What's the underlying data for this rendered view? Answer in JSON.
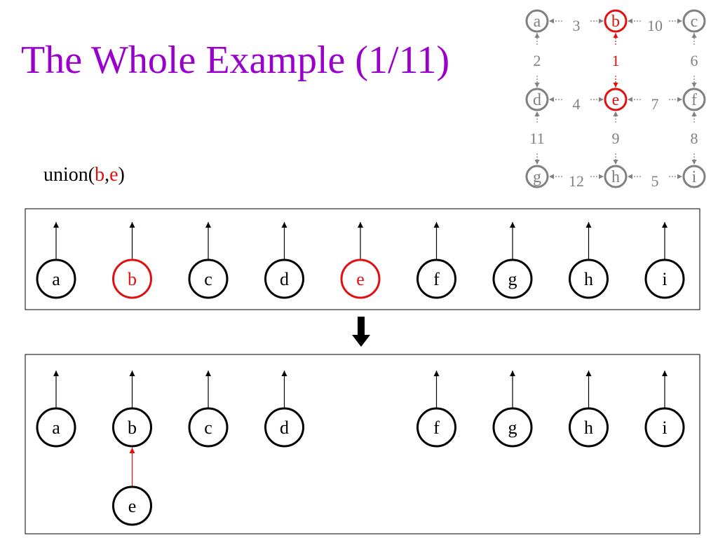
{
  "title": "The Whole Example (1/11)",
  "operation": {
    "func": "union(",
    "arg1": "b",
    "sep": ",",
    "arg2": "e",
    "close": ")"
  },
  "colors": {
    "title": "#9900cc",
    "highlight": "#e01010",
    "inactive": "#808080",
    "ink": "#000000"
  },
  "graph": {
    "nodes": [
      "a",
      "b",
      "c",
      "d",
      "e",
      "f",
      "g",
      "h",
      "i"
    ],
    "highlighted_nodes": [
      "b",
      "e"
    ],
    "edges": [
      {
        "from": "a",
        "to": "b",
        "weight": "3"
      },
      {
        "from": "b",
        "to": "c",
        "weight": "10"
      },
      {
        "from": "a",
        "to": "d",
        "weight": "2"
      },
      {
        "from": "b",
        "to": "e",
        "weight": "1",
        "highlighted": true
      },
      {
        "from": "c",
        "to": "f",
        "weight": "6"
      },
      {
        "from": "d",
        "to": "e",
        "weight": "4"
      },
      {
        "from": "e",
        "to": "f",
        "weight": "7"
      },
      {
        "from": "d",
        "to": "g",
        "weight": "11"
      },
      {
        "from": "e",
        "to": "h",
        "weight": "9"
      },
      {
        "from": "f",
        "to": "i",
        "weight": "8"
      },
      {
        "from": "g",
        "to": "h",
        "weight": "12"
      },
      {
        "from": "h",
        "to": "i",
        "weight": "5"
      }
    ]
  },
  "before": {
    "nodes": [
      "a",
      "b",
      "c",
      "d",
      "e",
      "f",
      "g",
      "h",
      "i"
    ],
    "highlighted": [
      "b",
      "e"
    ]
  },
  "after": {
    "roots": [
      "a",
      "b",
      "c",
      "d",
      "f",
      "g",
      "h",
      "i"
    ],
    "children": [
      {
        "node": "e",
        "parent": "b"
      }
    ]
  },
  "arrow_icon": "down-arrow-icon"
}
